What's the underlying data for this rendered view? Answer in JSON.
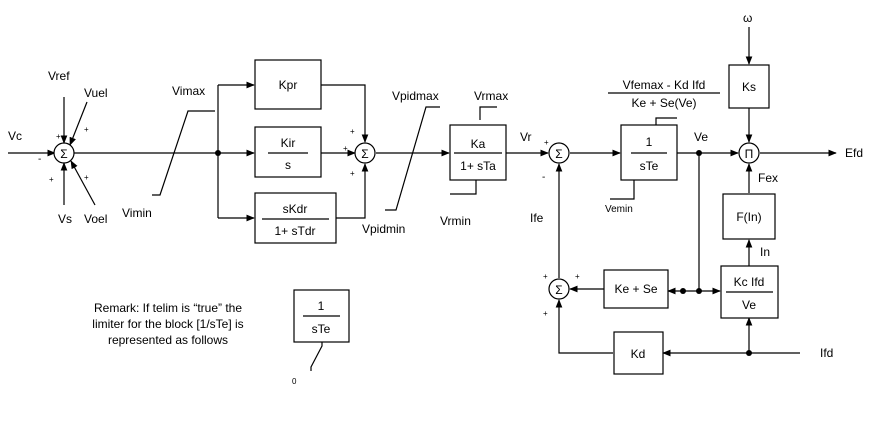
{
  "inputs": {
    "vc": "Vc",
    "vref": "Vref",
    "vuel": "Vuel",
    "vs": "Vs",
    "voel": "Voel",
    "omega": "ω",
    "ifd": "Ifd"
  },
  "output": {
    "efd": "Efd"
  },
  "sum_symbol": "Σ",
  "product_symbol": "Π",
  "signs": {
    "plus": "+",
    "minus": "-"
  },
  "blocks": {
    "kpr": "Kpr",
    "kir_num": "Kir",
    "kir_den": "s",
    "kdr_num": "sKdr",
    "kdr_den": "1+ sTdr",
    "ka_num": "Ka",
    "ka_den": "1+ sTa",
    "te_num": "1",
    "te_den": "sTe",
    "ks": "Ks",
    "fin": "F(In)",
    "kc_num": "Kc Ifd",
    "kc_den": "Ve",
    "kese": "Ke + Se",
    "kd": "Kd",
    "remark_num": "1",
    "remark_den": "sTe"
  },
  "limits": {
    "vimax": "Vimax",
    "vimin": "Vimin",
    "vpidmax": "Vpidmax",
    "vpidmin": "Vpidmin",
    "vrmax": "Vrmax",
    "vrmin": "Vrmin",
    "vfemax_num": "Vfemax - Kd Ifd",
    "vfemax_den": "Ke + Se(Ve)",
    "vemin": "Vemin",
    "zero": "0"
  },
  "signals": {
    "vr": "Vr",
    "ve": "Ve",
    "ife": "Ife",
    "fex": "Fex",
    "in": "In"
  },
  "remark": [
    "Remark: If telim is “true” the",
    "limiter for the block [1/sTe] is",
    "represented as follows"
  ]
}
